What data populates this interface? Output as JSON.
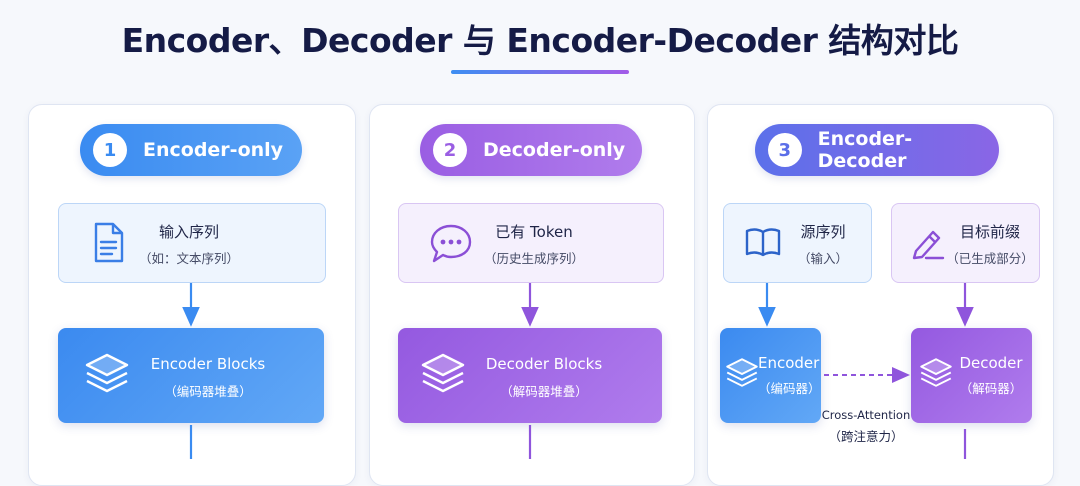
{
  "title": "Encoder、Decoder 与 Encoder-Decoder 结构对比",
  "colors": {
    "blue": "#3d8ef2",
    "purple": "#9f62e0",
    "dark": "#151b46"
  },
  "panels": [
    {
      "number": "1",
      "label": "Encoder-only",
      "input": {
        "title": "输入序列",
        "subtitle": "（如：文本序列）",
        "icon": "document-icon"
      },
      "block": {
        "title": "Encoder Blocks",
        "subtitle": "（编码器堆叠）",
        "icon": "layers-icon"
      }
    },
    {
      "number": "2",
      "label": "Decoder-only",
      "input": {
        "title": "已有 Token",
        "subtitle": "（历史生成序列）",
        "icon": "chat-bubble-icon"
      },
      "block": {
        "title": "Decoder Blocks",
        "subtitle": "（解码器堆叠）",
        "icon": "layers-icon"
      }
    },
    {
      "number": "3",
      "label": "Encoder-Decoder",
      "source": {
        "title": "源序列",
        "subtitle": "（输入）",
        "icon": "book-icon"
      },
      "target": {
        "title": "目标前缀",
        "subtitle": "（已生成部分）",
        "icon": "pencil-icon"
      },
      "encoder": {
        "title": "Encoder",
        "subtitle": "（编码器）",
        "icon": "layers-icon"
      },
      "decoder": {
        "title": "Decoder",
        "subtitle": "（解码器）",
        "icon": "layers-icon"
      },
      "cross": {
        "title": "Cross-Attention",
        "subtitle": "（跨注意力）"
      }
    }
  ]
}
